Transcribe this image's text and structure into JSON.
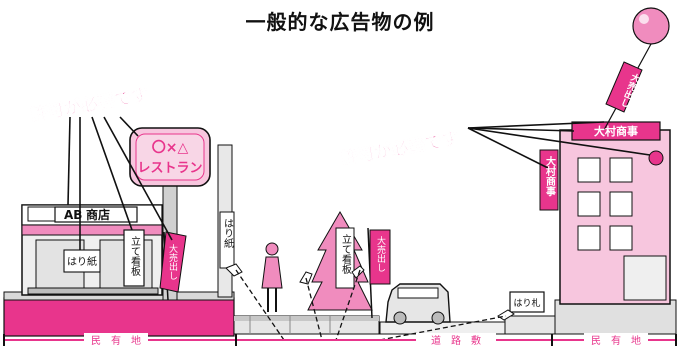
{
  "title": "一般的な広告物の例",
  "left_callout": "許可が必要です",
  "right_callout": "許可が必要です",
  "restaurant_sign_line1": "〇×△",
  "restaurant_sign_line2": "レストラン",
  "shop_sign_a": "AB",
  "shop_sign_b": "商店",
  "hari_gami_pole": "はり紙",
  "hari_gami_wall": "はり紙",
  "tate_kanban_shop": "立て看板",
  "oouridashi_flag_left": "大売出し",
  "tate_kanban_tree": "立て看板",
  "oouridashi_flag_mid": "大売出し",
  "harifuda": "はり札",
  "building_sign_top": "大村商事",
  "building_sign_vertical": "大村商事",
  "balloon_text": "大売出し",
  "bar_labels": {
    "left_private": "民　有　地",
    "road": "道　路　敷",
    "right_private": "民　有　地"
  },
  "colors": {
    "pink": "#e8358c",
    "light_pink": "#f7c6de",
    "mid_pink": "#f08cbe",
    "gray": "#bcbcbc",
    "dark": "#111111"
  }
}
